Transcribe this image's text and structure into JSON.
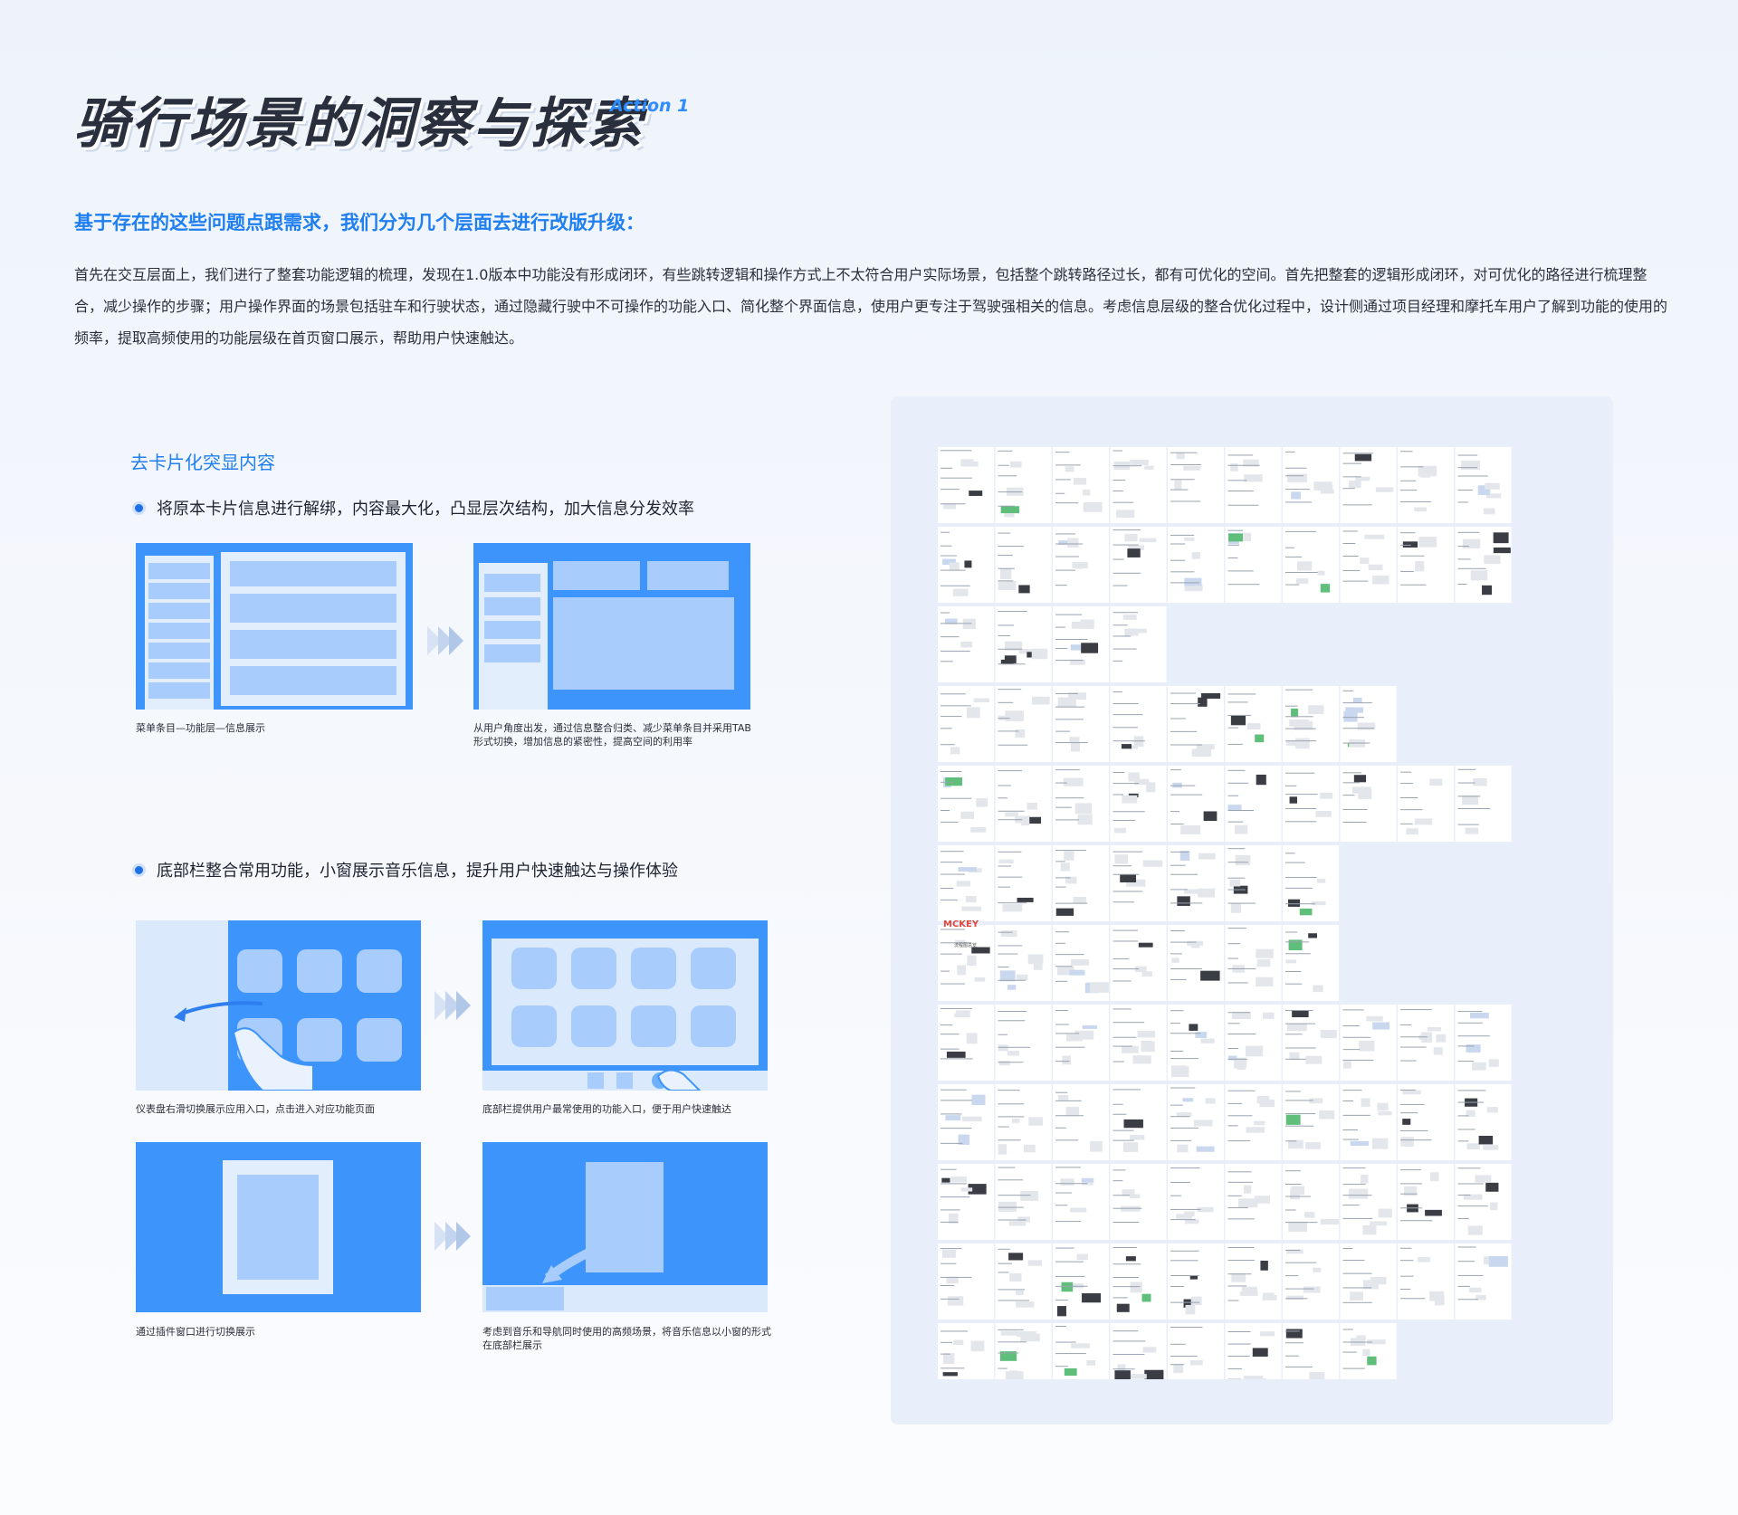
{
  "header": {
    "title": "骑行场景的洞察与探索",
    "badge": "Action 1"
  },
  "intro": {
    "subtitle": "基于存在的这些问题点跟需求，我们分为几个层面去进行改版升级：",
    "paragraph": "首先在交互层面上，我们进行了整套功能逻辑的梳理，发现在1.0版本中功能没有形成闭环，有些跳转逻辑和操作方式上不太符合用户实际场景，包括整个跳转路径过长，都有可优化的空间。首先把整套的逻辑形成闭环，对可优化的路径进行梳理整合，减少操作的步骤；用户操作界面的场景包括驻车和行驶状态，通过隐藏行驶中不可操作的功能入口、简化整个界面信息，使用户更专注于驾驶强相关的信息。考虑信息层级的整合优化过程中，设计侧通过项目经理和摩托车用户了解到功能的使用的频率，提取高频使用的功能层级在首页窗口展示，帮助用户快速触达。"
  },
  "section": {
    "title": "去卡片化突显内容",
    "bullet1": "将原本卡片信息进行解绑，内容最大化，凸显层次结构，加大信息分发效率",
    "bullet2": "底部栏整合常用功能，小窗展示音乐信息，提升用户快速触达与操作体验",
    "captions": {
      "a_before": "菜单条目—功能层—信息展示",
      "a_after": "从用户角度出发，通过信息整合归类、减少菜单条目并采用TAB形式切换，增加信息的紧密性，提高空间的利用率",
      "b_before": "仪表盘右滑切换展示应用入口，点击进入对应功能页面",
      "b_after": "底部栏提供用户最常使用的功能入口，便于用户快速触达",
      "c_before": "通过插件窗口进行切换展示",
      "c_after": "考虑到音乐和导航同时使用的高频场景，将音乐信息以小窗的形式在底部栏展示"
    }
  },
  "board": {
    "logo": "MCKEY",
    "label": "流程图总览"
  },
  "colors": {
    "accent": "#1f7ff0",
    "diagram_blue": "#3d95fb",
    "diagram_light": "#a8cdfc",
    "panel": "#e9effa"
  }
}
